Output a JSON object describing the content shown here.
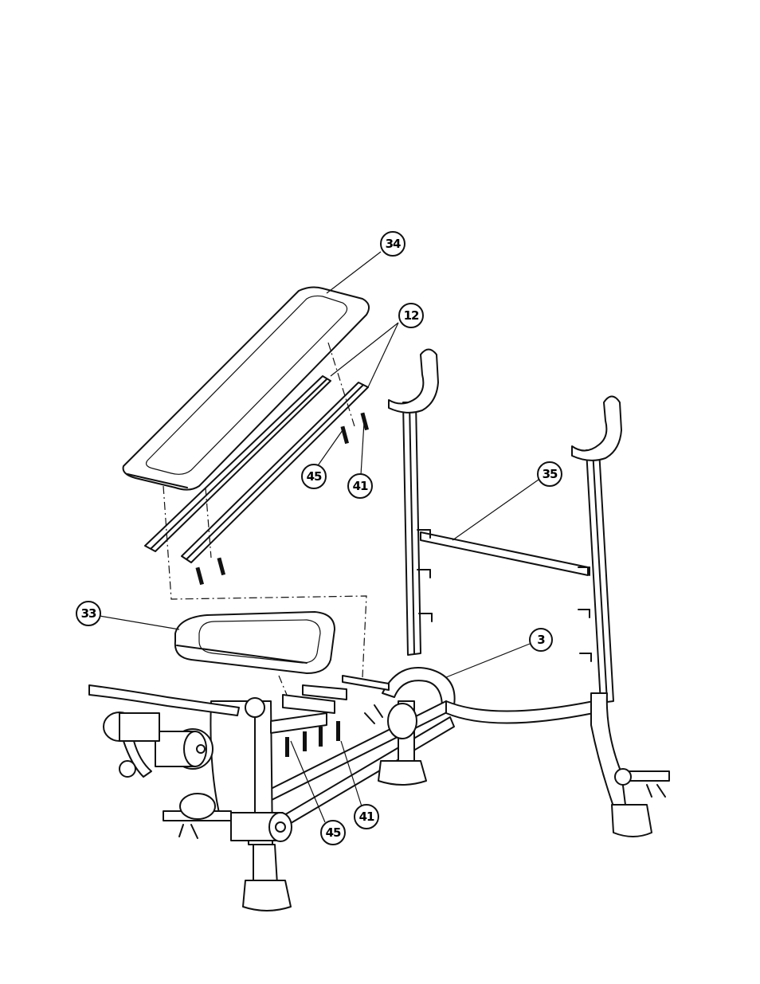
{
  "callouts": [
    {
      "id": "part-34",
      "label": "34"
    },
    {
      "id": "part-12",
      "label": "12"
    },
    {
      "id": "part-45-upper",
      "label": "45"
    },
    {
      "id": "part-41-upper",
      "label": "41"
    },
    {
      "id": "part-35",
      "label": "35"
    },
    {
      "id": "part-33",
      "label": "33"
    },
    {
      "id": "part-3",
      "label": "3"
    },
    {
      "id": "part-45-lower",
      "label": "45"
    },
    {
      "id": "part-41-lower",
      "label": "41"
    }
  ]
}
